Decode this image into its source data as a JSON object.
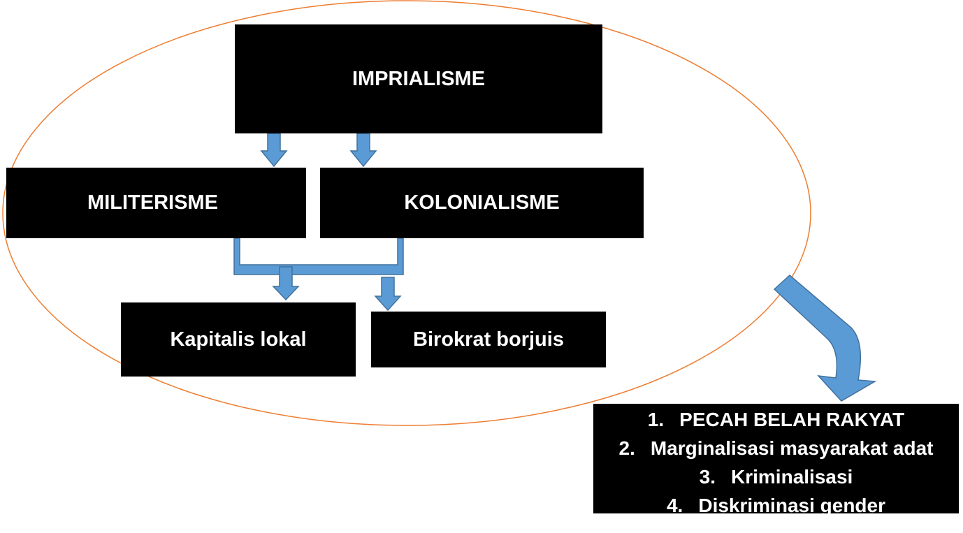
{
  "diagram": {
    "nodes": {
      "imperialism": "IMPRIALISME",
      "militarism": "MILITERISME",
      "colonialism": "KOLONIALISME",
      "local_capitalist": "Kapitalis lokal",
      "bourgeois_bureaucrat": "Birokrat borjuis"
    },
    "consequences": [
      {
        "num": "1.",
        "text": "PECAH BELAH RAKYAT"
      },
      {
        "num": "2.",
        "text": "Marginalisasi masyarakat adat"
      },
      {
        "num": "3.",
        "text": "Kriminalisasi"
      },
      {
        "num": "4.",
        "text": "Diskriminasi gender"
      }
    ],
    "colors": {
      "box_fill": "#000000",
      "box_text": "#ffffff",
      "arrow_fill": "#5b9bd5",
      "arrow_stroke": "#41719c",
      "ellipse_stroke": "#ed7d31"
    }
  }
}
